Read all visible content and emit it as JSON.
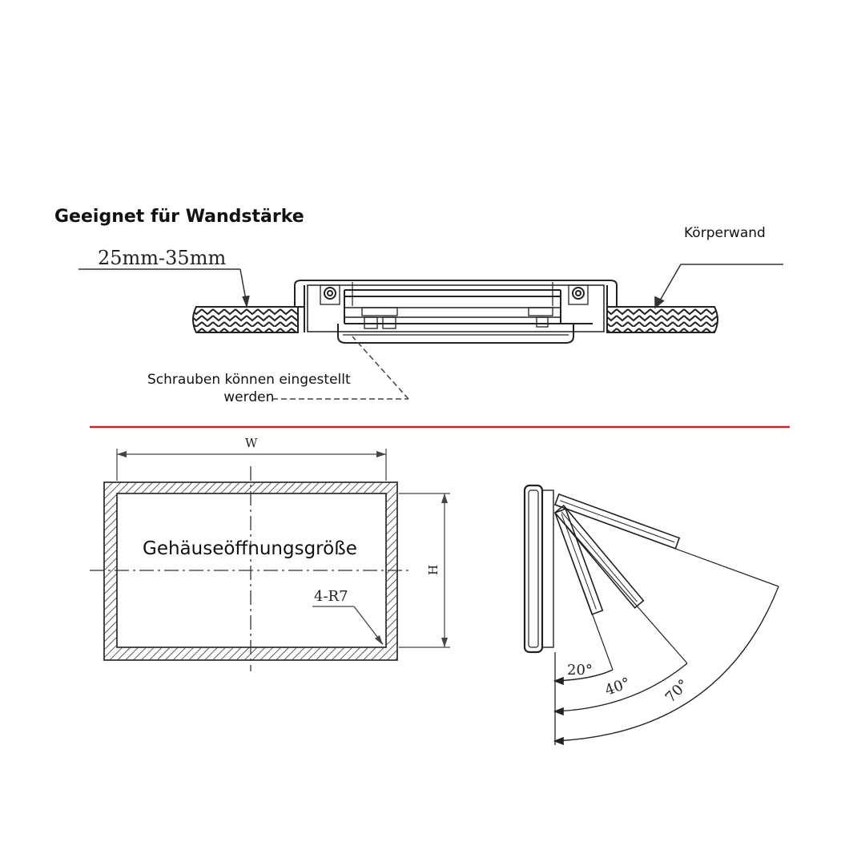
{
  "labels": {
    "wall_thickness_title": "Geeignet für Wandstärke",
    "thickness_range": "25mm-35mm",
    "body_wall": "Körperwand",
    "screws_line1": "Schrauben können eingestellt",
    "screws_line2": "werden",
    "opening_size": "Gehäuseöffnungsgröße",
    "width_symbol": "W",
    "height_symbol": "H",
    "corner_radius": "4-R7",
    "angle_20": "20°",
    "angle_40": "40°",
    "angle_70": "70°"
  },
  "colors": {
    "divider": "#c0262c",
    "ink": "#222222"
  }
}
